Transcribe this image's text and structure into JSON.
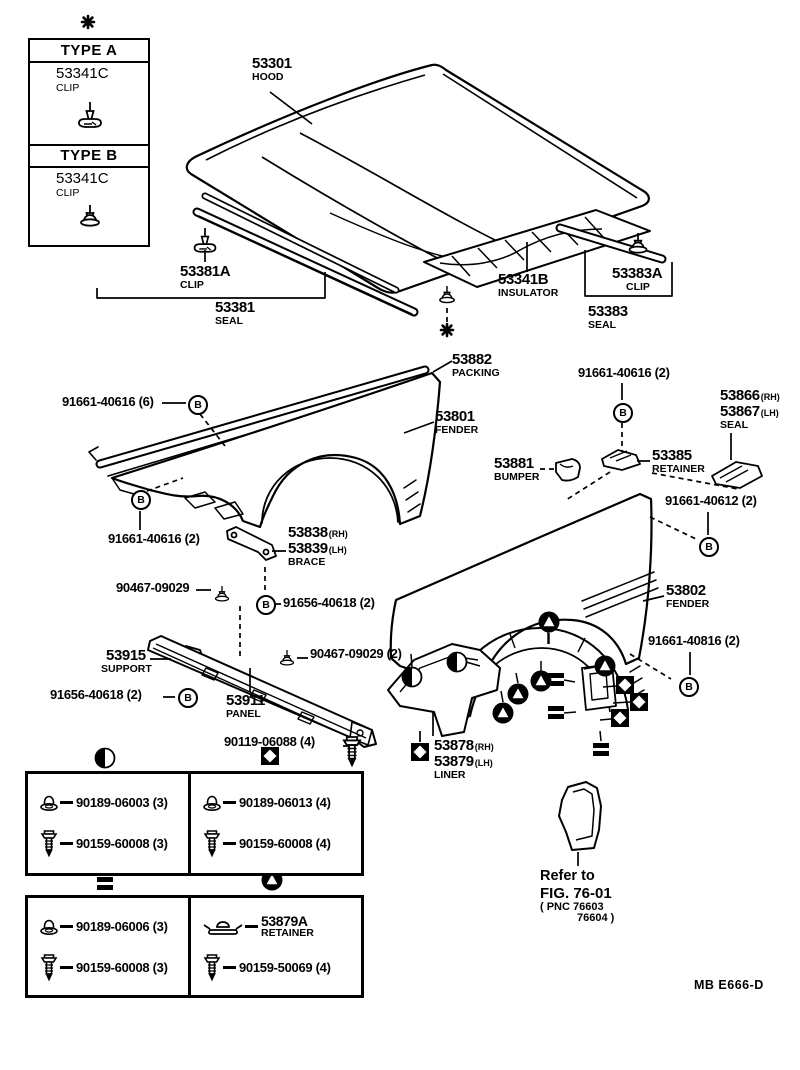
{
  "page": {
    "footer_code": "MB  E666-D"
  },
  "clip_box": {
    "sections": [
      {
        "type_label": "TYPE A",
        "part_no": "53341C",
        "part_name": "CLIP"
      },
      {
        "type_label": "TYPE B",
        "part_no": "53341C",
        "part_name": "CLIP"
      }
    ]
  },
  "labels": {
    "hood": {
      "no": "53301",
      "name": "HOOD"
    },
    "clip_front": {
      "no": "53381A",
      "name": "CLIP"
    },
    "seal_front": {
      "no": "53381",
      "name": "SEAL"
    },
    "insulator": {
      "no": "53341B",
      "name": "INSULATOR"
    },
    "clip_rear": {
      "no": "53383A",
      "name": "CLIP"
    },
    "seal_rear": {
      "no": "53383",
      "name": "SEAL"
    },
    "packing": {
      "no": "53882",
      "name": "PACKING"
    },
    "fender_left": {
      "no": "53801",
      "name": "FENDER"
    },
    "bumper": {
      "no": "53881",
      "name": "BUMPER"
    },
    "retainer": {
      "no": "53385",
      "name": "RETAINER"
    },
    "seal_side": {
      "no_rh": "53866",
      "rh": "(RH)",
      "no_lh": "53867",
      "lh": "(LH)",
      "name": "SEAL"
    },
    "brace": {
      "no_rh": "53838",
      "rh": "(RH)",
      "no_lh": "53839",
      "lh": "(LH)",
      "name": "BRACE"
    },
    "fender_right": {
      "no": "53802",
      "name": "FENDER"
    },
    "support": {
      "no": "53915",
      "name": "SUPPORT"
    },
    "panel": {
      "no": "53911",
      "name": "PANEL"
    },
    "liner": {
      "no_rh": "53878",
      "rh": "(RH)",
      "no_lh": "53879",
      "lh": "(LH)",
      "name": "LINER"
    }
  },
  "fasteners": {
    "bolt_40616_6": "91661-40616 (6)",
    "bolt_40616_2_left": "91661-40616 (2)",
    "bolt_40616_2_right": "91661-40616 (2)",
    "bolt_40612_2": "91661-40612 (2)",
    "bolt_40816_2": "91661-40816 (2)",
    "bolt_40618_2_mid": "91656-40618 (2)",
    "bolt_40618_2_low": "91656-40618 (2)",
    "clip_09029": "90467-09029",
    "clip_09029_2": "90467-09029 (2)",
    "bolt_06088_4": "90119-06088 (4)",
    "circle_letter": "B"
  },
  "tables": {
    "t1": {
      "left": {
        "rows": [
          "90189-06003 (3)",
          "90159-60008 (3)"
        ]
      },
      "right": {
        "rows": [
          "90189-06013 (4)",
          "90159-60008 (4)"
        ]
      }
    },
    "t2": {
      "left": {
        "rows": [
          "90189-06006 (3)",
          "90159-60008 (3)"
        ]
      },
      "right": {
        "retainer_no": "53879A",
        "retainer_name": "RETAINER",
        "rows": [
          "90159-50069 (4)"
        ]
      }
    }
  },
  "refer_note": {
    "line1": "Refer to",
    "line2": "FIG. 76-01",
    "line3": "( PNC  76603",
    "line4": "76604 )"
  }
}
